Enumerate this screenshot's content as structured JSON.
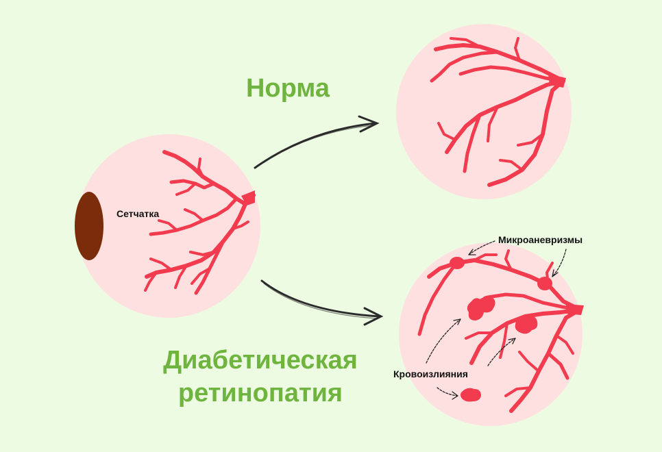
{
  "titles": {
    "normal": "Норма",
    "diabetic_line1": "Диабетическая",
    "diabetic_line2": "ретинопатия"
  },
  "labels": {
    "retina": "Сетчатка",
    "microaneurysms": "Микроаневризмы",
    "hemorrhages": "Кровоизлияния"
  },
  "colors": {
    "background": "#eefbe3",
    "eye_fill": "#fde0df",
    "vessel": "#f23b4e",
    "pupil": "#7b2d0b",
    "title_green": "#6fb43f",
    "arrow": "#2b2b2b"
  }
}
